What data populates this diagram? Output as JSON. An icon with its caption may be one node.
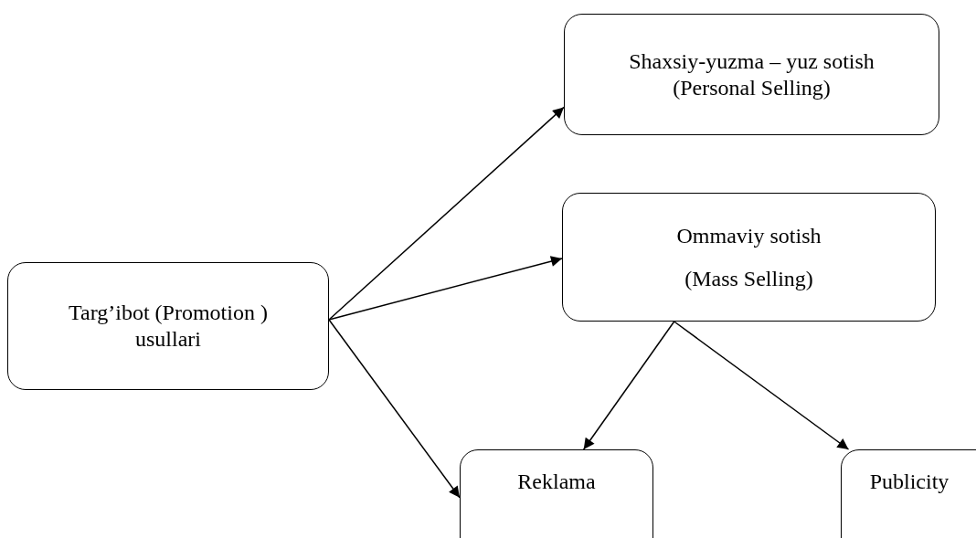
{
  "diagram": {
    "nodes": [
      {
        "text": [
          "Targ’ibot (Promotion ) usullari"
        ]
      },
      {
        "text": [
          "Shaxsiy-yuzma – yuz sotish (Personal Selling)"
        ]
      },
      {
        "text": [
          "Ommaviy sotish",
          "(Mass Selling)"
        ]
      },
      {
        "text": [
          "Reklama"
        ]
      },
      {
        "text": [
          "Publicity"
        ]
      }
    ],
    "edges": [
      {
        "from": 0,
        "to": 1,
        "arrow": "to"
      },
      {
        "from": 0,
        "to": 2,
        "arrow": "to"
      },
      {
        "from": 0,
        "to": 3,
        "arrow": "to"
      },
      {
        "from": 2,
        "to": 3,
        "arrow": "to"
      },
      {
        "from": 2,
        "to": 4,
        "arrow": "to"
      }
    ]
  }
}
